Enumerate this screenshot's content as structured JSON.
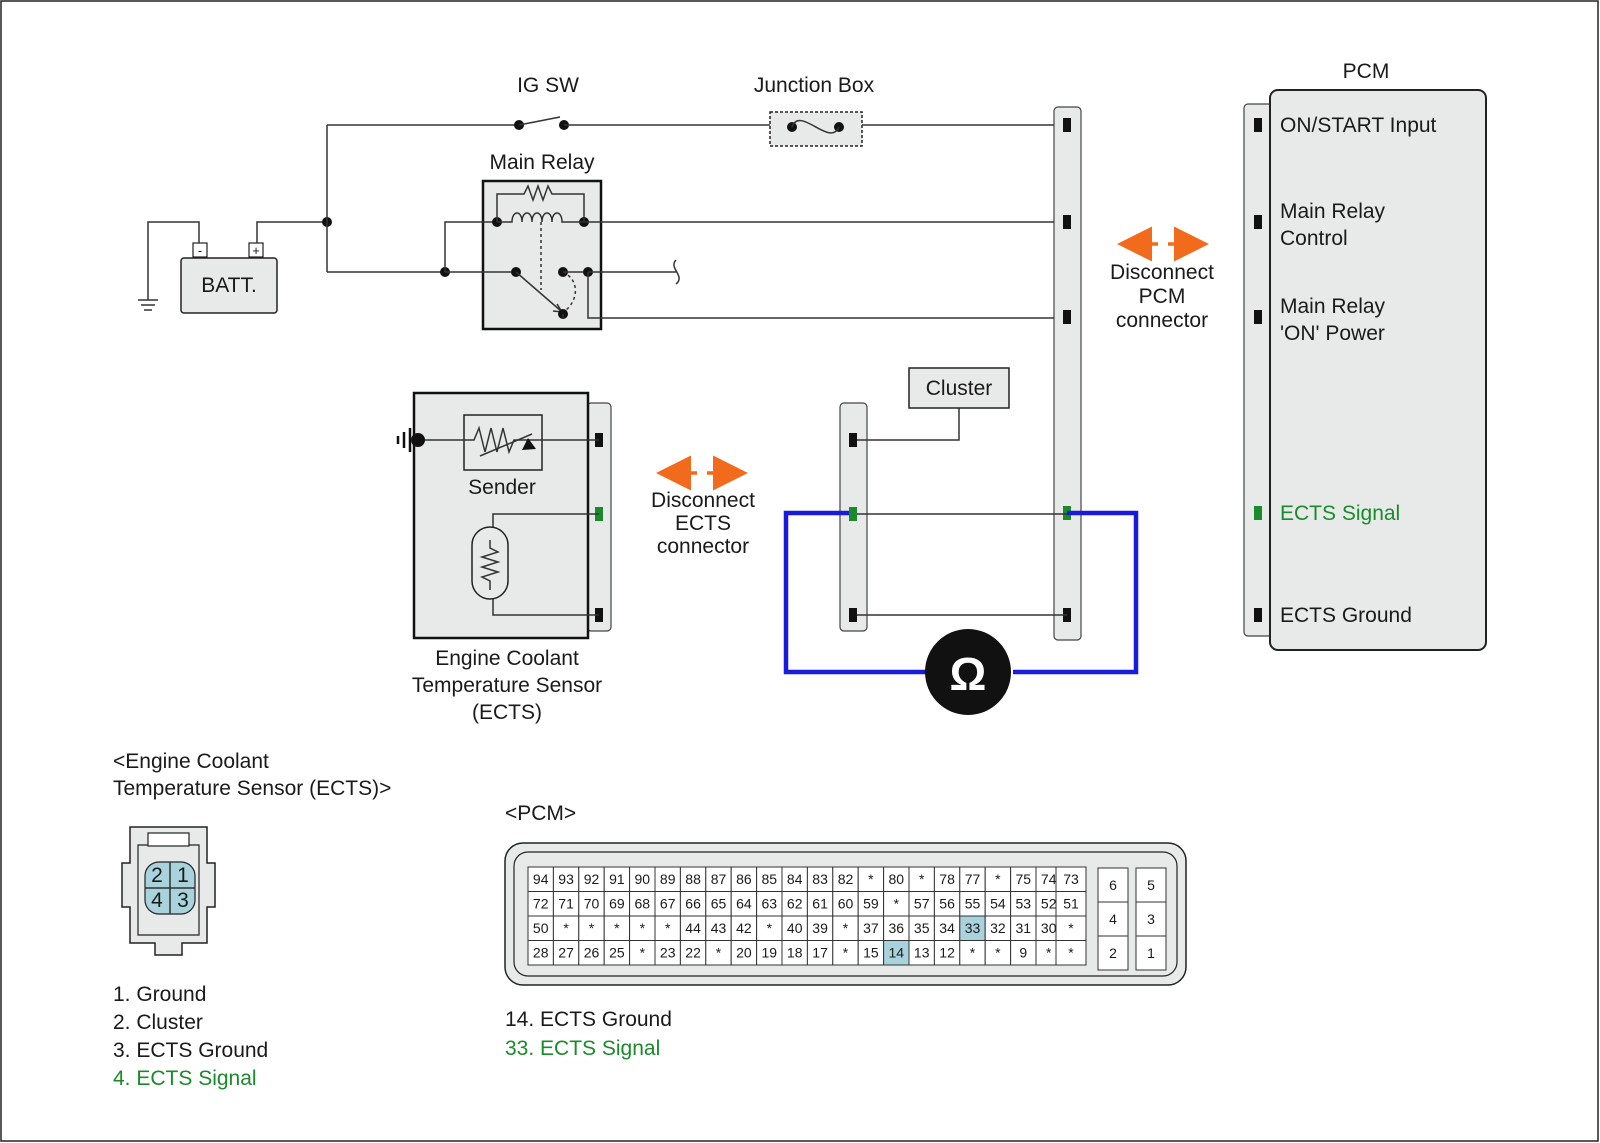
{
  "colors": {
    "signal_green": "#1a8a2a",
    "meter_wire_blue": "#1a1adb",
    "arrow_orange": "#f26a1b",
    "highlight_pin": "#a9d3dc",
    "panel_gray": "#e8eaea"
  },
  "labels": {
    "ig_sw": "IG SW",
    "junction_box": "Junction Box",
    "main_relay": "Main Relay",
    "battery": "BATT.",
    "batt_minus": "-",
    "batt_plus": "+",
    "pcm_title": "PCM",
    "cluster": "Cluster",
    "sender": "Sender",
    "disconnect_pcm": [
      "Disconnect",
      "PCM",
      "connector"
    ],
    "disconnect_ects": [
      "Disconnect",
      "ECTS",
      "connector"
    ],
    "ects_sensor": [
      "Engine Coolant",
      "Temperature Sensor",
      "(ECTS)"
    ],
    "ohm_symbol": "Ω"
  },
  "pcm_pins": [
    {
      "label": "ON/START Input"
    },
    {
      "label": "Main Relay\nControl"
    },
    {
      "label": "Main Relay\n'ON' Power"
    },
    {
      "label": "ECTS Signal",
      "highlight": true
    },
    {
      "label": "ECTS Ground"
    }
  ],
  "ects_connector": {
    "title": [
      "<Engine Coolant",
      "Temperature Sensor (ECTS)>"
    ],
    "pins": [
      "2",
      "1",
      "4",
      "3"
    ],
    "legend": [
      {
        "text": "1. Ground"
      },
      {
        "text": "2. Cluster"
      },
      {
        "text": "3. ECTS Ground"
      },
      {
        "text": "4. ECTS Signal",
        "highlight": true
      }
    ]
  },
  "pcm_connector": {
    "title": "<PCM>",
    "rows": [
      [
        "94",
        "93",
        "92",
        "91",
        "90",
        "89",
        "88",
        "87",
        "86",
        "85",
        "84",
        "83",
        "82",
        "*",
        "80",
        "*",
        "78",
        "77",
        "*",
        "75",
        "74"
      ],
      [
        "72",
        "71",
        "70",
        "69",
        "68",
        "67",
        "66",
        "65",
        "64",
        "63",
        "62",
        "61",
        "60",
        "59",
        "*",
        "57",
        "56",
        "55",
        "54",
        "53",
        "52"
      ],
      [
        "50",
        "*",
        "*",
        "*",
        "*",
        "*",
        "44",
        "43",
        "42",
        "*",
        "40",
        "39",
        "*",
        "37",
        "36",
        "35",
        "34",
        "33",
        "32",
        "31",
        "30"
      ],
      [
        "28",
        "27",
        "26",
        "25",
        "*",
        "23",
        "22",
        "*",
        "20",
        "19",
        "18",
        "17",
        "*",
        "15",
        "14",
        "13",
        "12",
        "*",
        "*",
        "9",
        "*"
      ]
    ],
    "side_column": [
      "73",
      "51",
      "*",
      "*"
    ],
    "block_a": [
      "6",
      "4",
      "2"
    ],
    "block_b": [
      "5",
      "3",
      "1"
    ],
    "highlighted": [
      "33",
      "14"
    ],
    "legend": [
      {
        "text": "14. ECTS Ground"
      },
      {
        "text": "33. ECTS Signal",
        "highlight": true
      }
    ]
  }
}
